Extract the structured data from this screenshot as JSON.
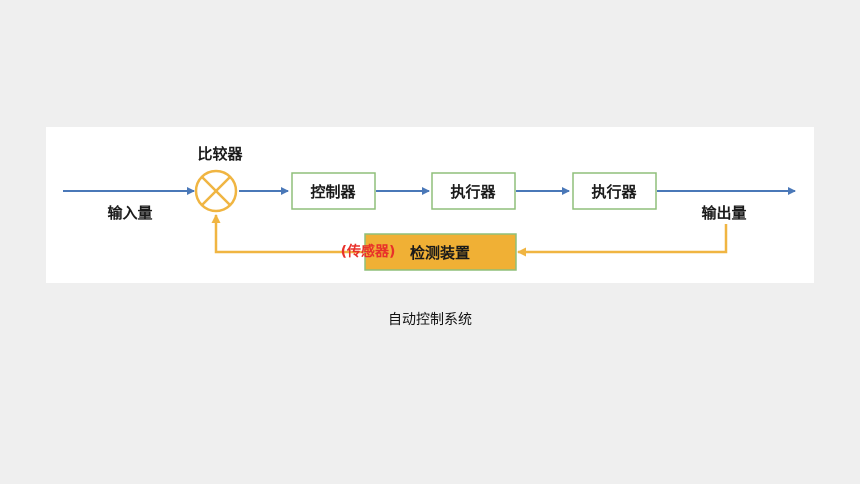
{
  "diagram": {
    "comparator_label": "比较器",
    "input_label": "输入量",
    "output_label": "输出量",
    "blocks": [
      "控制器",
      "执行器",
      "执行器"
    ],
    "feedback_block": "检测装置",
    "sensor_note": "(传感器)",
    "colors": {
      "forward_line": "#4a78b8",
      "feedback_line": "#f0b542",
      "block_border": "#8fbf7a",
      "feedback_fill": "#f0b035",
      "sensor_note": "#e8302a"
    }
  },
  "caption": "自动控制系统"
}
